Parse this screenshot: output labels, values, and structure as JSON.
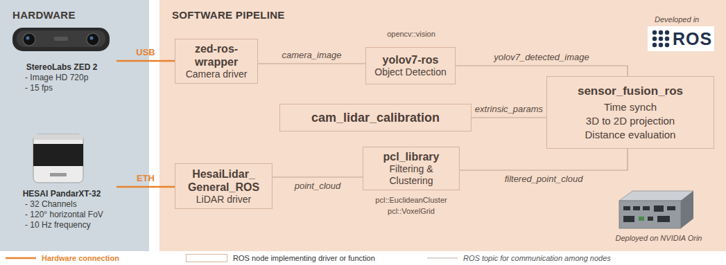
{
  "diagram": {
    "nodes": [
      {
        "text": [
          "HARDWARE"
        ]
      },
      {
        "text": [
          "StereoLabs ZED 2",
          "- Image HD 720p",
          "- 15 fps"
        ],
        "in": 0
      },
      {
        "text": [
          "HESAI PandarXT-32",
          "- 32 Channels",
          "- 120° horizontal FoV",
          "- 10 Hz frequency"
        ],
        "in": 0
      },
      {
        "text": [
          "SOFTWARE PIPELINE"
        ]
      },
      {
        "text": [
          "zed-ros- wrapper",
          "Camera driver"
        ],
        "in": 3
      },
      {
        "text": [
          "yolov7-ros",
          "Object Detection"
        ],
        "in": 3
      },
      {
        "text": [
          "sensor_fusion_ros",
          "Time synch",
          "3D to 2D projection",
          "Distance evaluation"
        ],
        "in": 3
      },
      {
        "text": [
          "cam_lidar_calibration"
        ],
        "in": 3
      },
      {
        "text": [
          "HesaiLidar_ General_ROS",
          "LiDAR driver"
        ],
        "in": 3
      },
      {
        "text": [
          "pcl_library",
          "Filtering & Clustering"
        ],
        "in": 3
      }
    ],
    "edges": [
      {
        "from": 1,
        "to": 4,
        "arrow": "none",
        "label": "USB"
      },
      {
        "from": 2,
        "to": 8,
        "arrow": "none",
        "label": "ETH"
      },
      {
        "from": 4,
        "to": 5,
        "arrow": "none",
        "label": "camera_image"
      },
      {
        "from": 5,
        "to": 6,
        "arrow": "none",
        "label": "yolov7_detected_image"
      },
      {
        "from": 7,
        "to": 6,
        "arrow": "none",
        "label": "extrinsic_params"
      },
      {
        "from": 8,
        "to": 9,
        "arrow": "none",
        "label": "point_cloud"
      },
      {
        "from": 9,
        "to": 6,
        "arrow": "none",
        "label": "filtered_point_cloud"
      }
    ],
    "labels": [
      "opencv::vision",
      "Developed in",
      "ROS",
      "pcl::EuclideanCluster",
      "pcl::VoxelGrid",
      "Deployed on NVIDIA Orin"
    ],
    "legend": [
      {
        "text": "Hardware connection"
      },
      {
        "text": "ROS node implementing driver or function"
      },
      {
        "text": "ROS topic for communication among nodes"
      }
    ]
  }
}
